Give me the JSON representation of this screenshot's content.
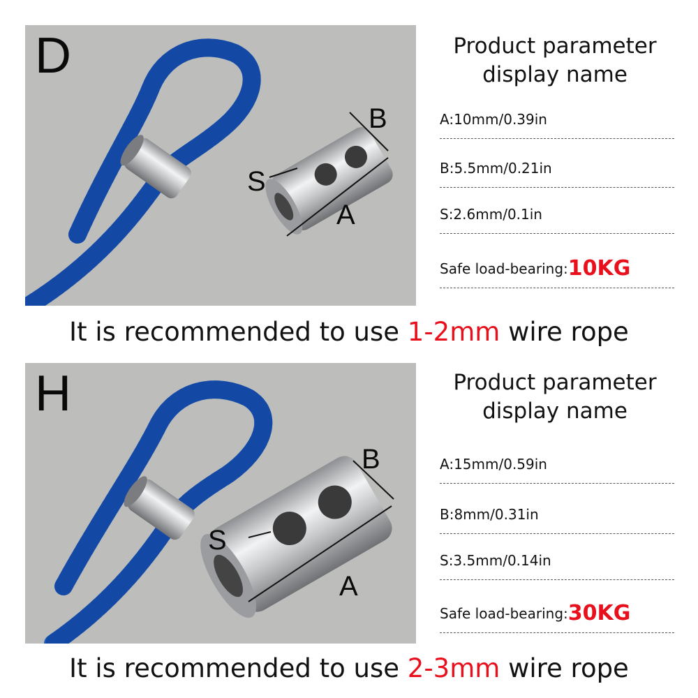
{
  "sections": [
    {
      "letter": "D",
      "params_title_line1": "Product parameter",
      "params_title_line2": "display name",
      "params": [
        {
          "text": "A:10mm/0.39in"
        },
        {
          "text": "B:5.5mm/0.21in"
        },
        {
          "text": "S:2.6mm/0.1in"
        }
      ],
      "load_label": "Safe load-bearing:",
      "load_value": "10KG",
      "dim_labels": {
        "a": "A",
        "b": "B",
        "s": "S"
      },
      "caption_prefix": "It is recommended to use ",
      "caption_highlight": "1-2mm",
      "caption_suffix": " wire rope"
    },
    {
      "letter": "H",
      "params_title_line1": "Product parameter",
      "params_title_line2": "display name",
      "params": [
        {
          "text": "A:15mm/0.59in"
        },
        {
          "text": "B:8mm/0.31in"
        },
        {
          "text": "S:3.5mm/0.14in"
        }
      ],
      "load_label": "Safe load-bearing:",
      "load_value": "30KG",
      "dim_labels": {
        "a": "A",
        "b": "B",
        "s": "S"
      },
      "caption_prefix": "It is recommended to use ",
      "caption_highlight": "2-3mm",
      "caption_suffix": " wire rope"
    }
  ],
  "colors": {
    "accent": "#e8101c",
    "photo_background": "#bdbdbb",
    "wire_blue": "#1f5fc8",
    "metal": "#c9cacc"
  }
}
